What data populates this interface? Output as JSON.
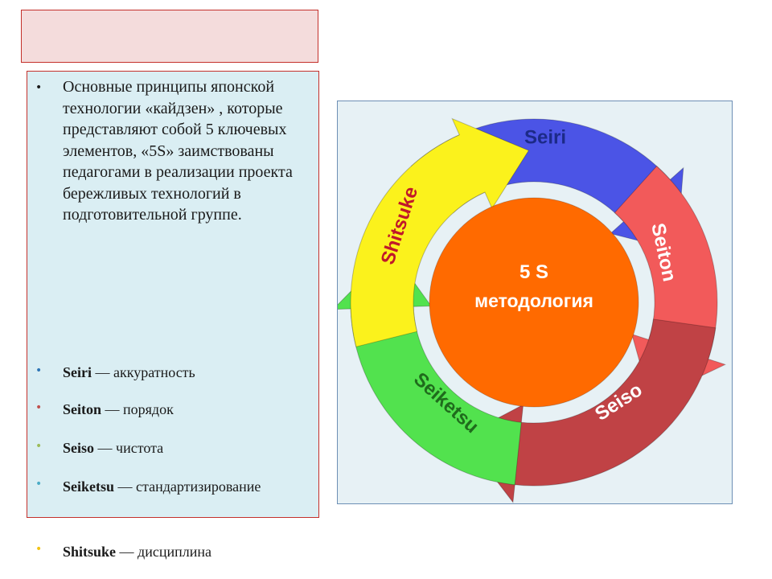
{
  "intro_text": "Основные принципы японской технологии «кайдзен» , которые представляют собой 5 ключевых элементов, «5S» заимствованы педагогами в реализации проекта бережливых технологий в подготовительной группе.",
  "items": [
    {
      "term": "Seiri",
      "definition": " — аккуратность",
      "bullet_color": "#2e75b6"
    },
    {
      "term": "Seiton",
      "definition": " — порядок",
      "bullet_color": "#c0504d"
    },
    {
      "term": "Seiso",
      "definition": " — чистота",
      "bullet_color": "#9bbb59"
    },
    {
      "term": "Seiketsu",
      "definition": " — стандартизирование",
      "bullet_color": "#4bacc6"
    },
    {
      "term": "Shitsuke",
      "definition": " — дисциплина",
      "bullet_color": "#f2c314"
    }
  ],
  "diagram": {
    "center_line1": "5 S",
    "center_line2": "методология",
    "labels": {
      "seiri": "Seiri",
      "seiton": "Seiton",
      "seiso": "Seiso",
      "seiketsu": "Seiketsu",
      "shitsuke": "Shitsuke"
    },
    "colors": {
      "seiri": "#4b54e6",
      "seiton": "#f25a5a",
      "seiso": "#c04245",
      "seiketsu": "#52e24e",
      "shitsuke": "#fbf21c",
      "center": "#ff6a00"
    }
  }
}
